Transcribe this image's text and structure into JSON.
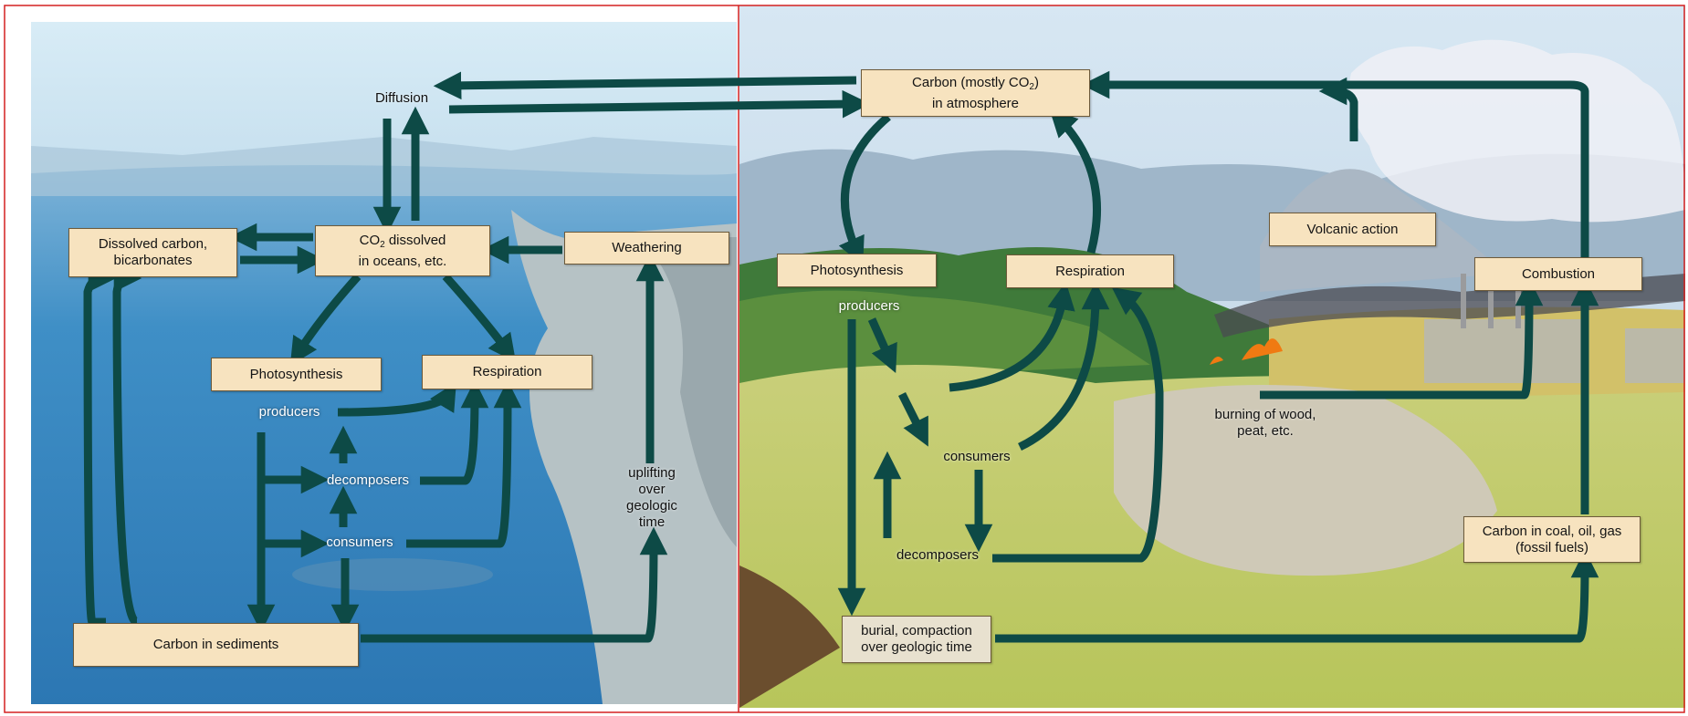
{
  "ocean": {
    "diffusion": "Diffusion",
    "dissolved_carbon": [
      "Dissolved carbon,",
      "bicarbonates"
    ],
    "co2_dissolved": [
      "CO",
      "2",
      " dissolved",
      "in oceans, etc."
    ],
    "weathering": "Weathering",
    "photosynthesis": "Photosynthesis",
    "respiration": "Respiration",
    "producers": "producers",
    "decomposers": "decomposers",
    "consumers": "consumers",
    "uplifting": [
      "uplifting",
      "over",
      "geologic",
      "time"
    ],
    "sediments": "Carbon in sediments"
  },
  "land": {
    "atmosphere": [
      "Carbon (mostly CO",
      "2",
      ")",
      "in atmosphere"
    ],
    "photosynthesis": "Photosynthesis",
    "respiration": "Respiration",
    "volcanic": "Volcanic action",
    "combustion": "Combustion",
    "producers": "producers",
    "consumers": "consumers",
    "decomposers": "decomposers",
    "burning": [
      "burning of wood,",
      "peat, etc."
    ],
    "fossil": [
      "Carbon in coal, oil, gas",
      "(fossil fuels)"
    ],
    "burial": [
      "burial, compaction",
      "over geologic time"
    ]
  },
  "colors": {
    "arrow": "#0d4a46",
    "box": "#f7e3bf",
    "border_red": "#d42020"
  }
}
